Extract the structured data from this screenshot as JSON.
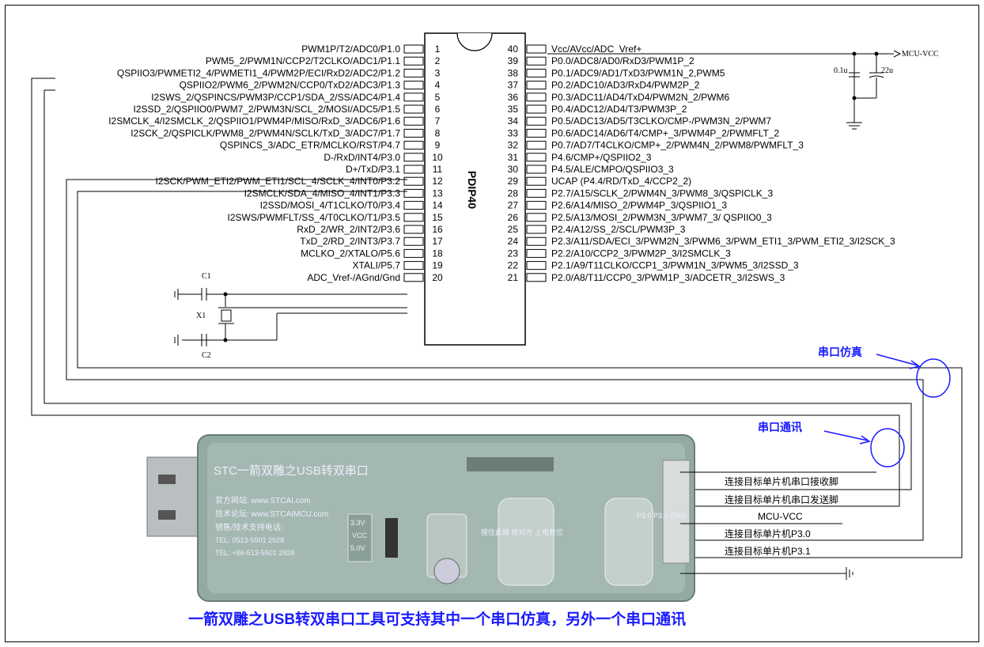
{
  "chip": {
    "name": "PDIP40",
    "left_pins": [
      {
        "num": "1",
        "label": "PWM1P/T2/ADC0/P1.0"
      },
      {
        "num": "2",
        "label": "PWM5_2/PWM1N/CCP2/T2CLKO/ADC1/P1.1"
      },
      {
        "num": "3",
        "label": "QSPIIO3/PWMETI2_4/PWMETI1_4/PWM2P/ECI/RxD2/ADC2/P1.2"
      },
      {
        "num": "4",
        "label": "QSPIIO2/PWM6_2/PWM2N/CCP0/TxD2/ADC3/P1.3"
      },
      {
        "num": "5",
        "label": "I2SWS_2/QSPINCS/PWM3P/CCP1/SDA_2/SS/ADC4/P1.4"
      },
      {
        "num": "6",
        "label": "I2SSD_2/QSPIIO0/PWM7_2/PWM3N/SCL_2/MOSI/ADC5/P1.5"
      },
      {
        "num": "7",
        "label": "I2SMCLK_4/I2SMCLK_2/QSPIIO1/PWM4P/MISO/RxD_3/ADC6/P1.6"
      },
      {
        "num": "8",
        "label": "I2SCK_2/QSPICLK/PWM8_2/PWM4N/SCLK/TxD_3/ADC7/P1.7"
      },
      {
        "num": "9",
        "label": "QSPINCS_3/ADC_ETR/MCLKO/RST/P4.7"
      },
      {
        "num": "10",
        "label": "D-/RxD/INT4/P3.0"
      },
      {
        "num": "11",
        "label": "D+/TxD/P3.1"
      },
      {
        "num": "12",
        "label": "I2SCK/PWM_ETI2/PWM_ETI1/SCL_4/SCLK_4/INT0/P3.2"
      },
      {
        "num": "13",
        "label": "I2SMCLK/SDA_4/MISO_4/INT1/P3.3"
      },
      {
        "num": "14",
        "label": "I2SSD/MOSI_4/T1CLKO/T0/P3.4"
      },
      {
        "num": "15",
        "label": "I2SWS/PWMFLT/SS_4/T0CLKO/T1/P3.5"
      },
      {
        "num": "16",
        "label": "RxD_2/WR_2/INT2/P3.6"
      },
      {
        "num": "17",
        "label": "TxD_2/RD_2/INT3/P3.7"
      },
      {
        "num": "18",
        "label": "MCLKO_2/XTALO/P5.6"
      },
      {
        "num": "19",
        "label": "XTALI/P5.7"
      },
      {
        "num": "20",
        "label": "ADC_Vref-/AGnd/Gnd"
      }
    ],
    "right_pins": [
      {
        "num": "40",
        "label": "Vcc/AVcc/ADC_Vref+"
      },
      {
        "num": "39",
        "label": "P0.0/ADC8/AD0/RxD3/PWM1P_2"
      },
      {
        "num": "38",
        "label": "P0.1/ADC9/AD1/TxD3/PWM1N_2,PWM5"
      },
      {
        "num": "37",
        "label": "P0.2/ADC10/AD3/RxD4/PWM2P_2"
      },
      {
        "num": "36",
        "label": "P0.3/ADC11/AD4/TxD4/PWM2N_2/PWM6"
      },
      {
        "num": "35",
        "label": "P0.4/ADC12/AD4/T3/PWM3P_2"
      },
      {
        "num": "34",
        "label": "P0.5/ADC13/AD5/T3CLKO/CMP-/PWM3N_2/PWM7"
      },
      {
        "num": "33",
        "label": "P0.6/ADC14/AD6/T4/CMP+_3/PWM4P_2/PWMFLT_2"
      },
      {
        "num": "32",
        "label": "P0.7/AD7/T4CLKO/CMP+_2/PWM4N_2/PWM8/PWMFLT_3"
      },
      {
        "num": "31",
        "label": "P4.6/CMP+/QSPIIO2_3"
      },
      {
        "num": "30",
        "label": "P4.5/ALE/CMPO/QSPIIO3_3"
      },
      {
        "num": "29",
        "label": "UCAP (P4.4/RD/TxD_4/CCP2_2)"
      },
      {
        "num": "28",
        "label": "P2.7/A15/SCLK_2/PWM4N_3/PWM8_3/QSPICLK_3"
      },
      {
        "num": "27",
        "label": "P2.6/A14/MISO_2/PWM4P_3/QSPIIO1_3"
      },
      {
        "num": "26",
        "label": "P2.5/A13/MOSI_2/PWM3N_3/PWM7_3/ QSPIIO0_3"
      },
      {
        "num": "25",
        "label": "P2.4/A12/SS_2/SCL/PWM3P_3"
      },
      {
        "num": "24",
        "label": "P2.3/A11/SDA/ECI_3/PWM2N_3/PWM6_3/PWM_ETI1_3/PWM_ETI2_3/I2SCK_3"
      },
      {
        "num": "23",
        "label": "P2.2/A10/CCP2_3/PWM2P_3/I2SMCLK_3"
      },
      {
        "num": "22",
        "label": "P2.1/A9/T11CLKO/CCP1_3/PWM1N_3/PWM5_3/I2SSD_3"
      },
      {
        "num": "21",
        "label": "P2.0/A8/T11/CCP0_3/PWM1P_3/ADCETR_3/I2SWS_3"
      }
    ]
  },
  "power": {
    "vcc_label": "MCU-VCC",
    "cap1": "0.1u",
    "cap2": "22u"
  },
  "crystal": {
    "c1": "C1",
    "c2": "C2",
    "x1": "X1"
  },
  "annotations": {
    "serial_emulation": "串口仿真",
    "serial_comm": "串口通讯"
  },
  "usb_tool": {
    "title": "STC一箭双雕之USB转双串口",
    "website": "官方网站: www.STCAI.com",
    "tech": "技术论坛: www.STCAIMCU.com",
    "sales": "销售/技术支持电话:",
    "phone1": "TEL: 0513-5501 2928",
    "phone2": "TEL: +86-513-5501 2928",
    "v33": "3.3V",
    "vcc": "VCC",
    "v50": "5.0V",
    "btn_label": "按住此键 给对方 上电复位",
    "port_label": "P3.0 P3.1 GND"
  },
  "connector": {
    "lines": [
      "连接目标单片机串口接收脚",
      "连接目标单片机串口发送脚",
      "MCU-VCC",
      "连接目标单片机P3.0",
      "连接目标单片机P3.1"
    ]
  },
  "caption": "一箭双雕之USB转双串口工具可支持其中一个串口仿真，另外一个串口通讯",
  "colors": {
    "blue": "#1a1aff",
    "usb_green": "#7a9a8a"
  }
}
